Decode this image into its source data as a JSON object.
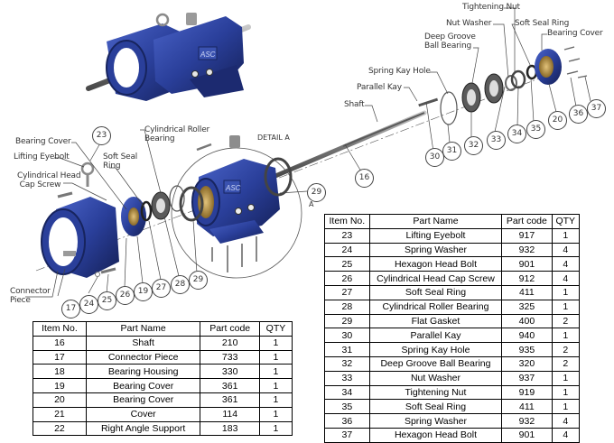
{
  "diagram": {
    "title": "Pump bearing housing exploded view",
    "detail_label": "DETAIL A",
    "section_marker": "A",
    "brand_mark": "ASC",
    "callouts": [
      {
        "id": "c-tightening-nut",
        "text": "Tightening Nut"
      },
      {
        "id": "c-nut-washer",
        "text": "Nut Washer"
      },
      {
        "id": "c-soft-seal-ring-right",
        "text": "Soft Seal Ring"
      },
      {
        "id": "c-bearing-cover-right",
        "text": "Bearing Cover"
      },
      {
        "id": "c-deep-groove",
        "text": "Deep Groove\nBall Bearing"
      },
      {
        "id": "c-spring-kay-hole",
        "text": "Spring Kay Hole"
      },
      {
        "id": "c-parallel-kay",
        "text": "Parallel Kay"
      },
      {
        "id": "c-shaft",
        "text": "Shaft"
      },
      {
        "id": "c-cyl-roller",
        "text": "Cylindrical Roller\nBearing"
      },
      {
        "id": "c-bearing-cover-left",
        "text": "Bearing Cover"
      },
      {
        "id": "c-lifting-eyebolt",
        "text": "Lifting Eyebolt"
      },
      {
        "id": "c-soft-seal-left",
        "text": "Soft Seal\nRing"
      },
      {
        "id": "c-cyl-head",
        "text": "Cylindrical Head\nCap Screw"
      },
      {
        "id": "c-connector",
        "text": "Connector\nPiece"
      }
    ],
    "balloons": [
      "23",
      "16",
      "29",
      "30",
      "31",
      "32",
      "33",
      "34",
      "35",
      "20",
      "36",
      "37",
      "17",
      "24",
      "25",
      "26",
      "19",
      "27",
      "28",
      "29"
    ]
  },
  "table_left": {
    "headers": [
      "Item No.",
      "Part Name",
      "Part code",
      "QTY"
    ],
    "rows": [
      [
        "16",
        "Shaft",
        "210",
        "1"
      ],
      [
        "17",
        "Connector Piece",
        "733",
        "1"
      ],
      [
        "18",
        "Bearing Housing",
        "330",
        "1"
      ],
      [
        "19",
        "Bearing Cover",
        "361",
        "1"
      ],
      [
        "20",
        "Bearing Cover",
        "361",
        "1"
      ],
      [
        "21",
        "Cover",
        "114",
        "1"
      ],
      [
        "22",
        "Right Angle Support",
        "183",
        "1"
      ]
    ]
  },
  "table_right": {
    "headers": [
      "Item No.",
      "Part Name",
      "Part code",
      "QTY"
    ],
    "rows": [
      [
        "23",
        "Lifting Eyebolt",
        "917",
        "1"
      ],
      [
        "24",
        "Spring Washer",
        "932",
        "4"
      ],
      [
        "25",
        "Hexagon Head Bolt",
        "901",
        "4"
      ],
      [
        "26",
        "Cylindrical Head Cap Screw",
        "912",
        "4"
      ],
      [
        "27",
        "Soft Seal Ring",
        "411",
        "1"
      ],
      [
        "28",
        "Cylindrical Roller Bearing",
        "325",
        "1"
      ],
      [
        "29",
        "Flat Gasket",
        "400",
        "2"
      ],
      [
        "30",
        "Parallel Kay",
        "940",
        "1"
      ],
      [
        "31",
        "Spring Kay Hole",
        "935",
        "2"
      ],
      [
        "32",
        "Deep Groove Ball Bearing",
        "320",
        "2"
      ],
      [
        "33",
        "Nut Washer",
        "937",
        "1"
      ],
      [
        "34",
        "Tightening Nut",
        "919",
        "1"
      ],
      [
        "35",
        "Soft Seal Ring",
        "411",
        "1"
      ],
      [
        "36",
        "Spring Washer",
        "932",
        "4"
      ],
      [
        "37",
        "Hexagon Head Bolt",
        "901",
        "4"
      ]
    ]
  },
  "colors": {
    "housing_blue": "#2a3f9a",
    "housing_dark": "#17245e",
    "steel": "#8a8a8a",
    "bronze": "#b08a3c"
  }
}
